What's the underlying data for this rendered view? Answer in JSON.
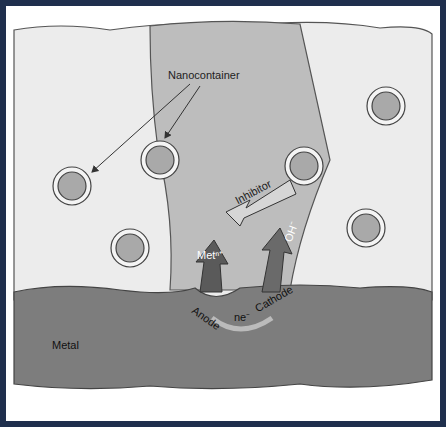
{
  "diagram": {
    "labels": [
      "Nanocontainer",
      "Metⁿ⁺",
      "Inhibitor",
      "OH⁻",
      "Anode",
      "Cathode",
      "ne⁻",
      "Metal"
    ]
  }
}
